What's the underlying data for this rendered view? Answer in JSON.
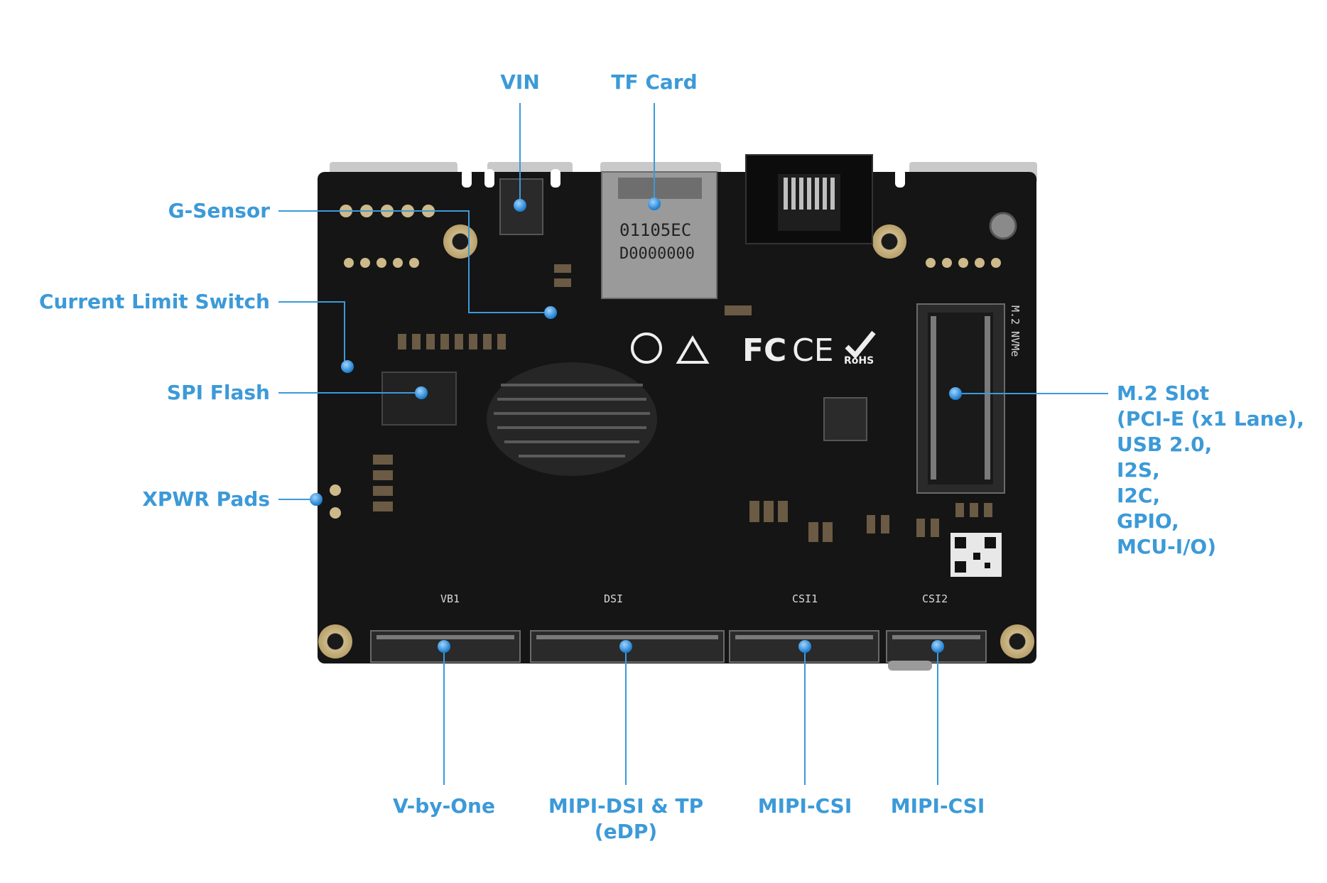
{
  "labels": {
    "vin": "VIN",
    "tf_card": "TF Card",
    "g_sensor": "G-Sensor",
    "current_limit_switch": "Current Limit Switch",
    "spi_flash": "SPI Flash",
    "xpwr_pads": "XPWR Pads",
    "m2_slot": {
      "title": "M.2 Slot",
      "lines": [
        "(PCI-E (x1 Lane),",
        "USB 2.0,",
        "I2S,",
        "I2C,",
        "GPIO,",
        "MCU-I/O)"
      ]
    },
    "v_by_one": "V-by-One",
    "mipi_dsi": {
      "line1": "MIPI-DSI & TP",
      "line2": "(eDP)"
    },
    "mipi_csi_1": "MIPI-CSI",
    "mipi_csi_2": "MIPI-CSI"
  },
  "silkscreen": {
    "vb1": "VB1",
    "dsi": "DSI",
    "csi1": "CSI1",
    "csi2": "CSI2",
    "m2_nvme": "M.2 NVMe",
    "tf_code1": "01105EC",
    "tf_code2": "D0000000",
    "fc": "FC",
    "ce": "CE",
    "rohs": "RoHS"
  },
  "colors": {
    "accent": "#3c9ad8",
    "board": "#151515",
    "dot": "#2f8fd6"
  }
}
